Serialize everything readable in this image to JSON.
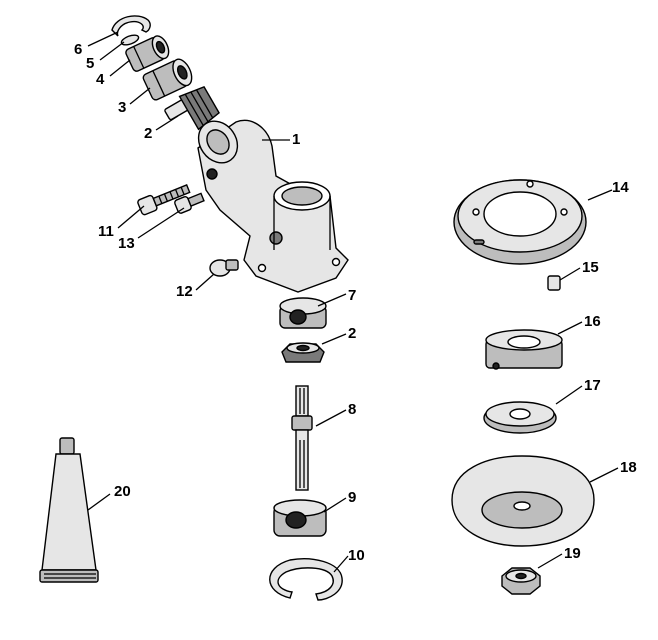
{
  "callouts": [
    {
      "key": "c6",
      "label": "6"
    },
    {
      "key": "c5",
      "label": "5"
    },
    {
      "key": "c4",
      "label": "4"
    },
    {
      "key": "c3",
      "label": "3"
    },
    {
      "key": "c2a",
      "label": "2"
    },
    {
      "key": "c1",
      "label": "1"
    },
    {
      "key": "c11",
      "label": "11"
    },
    {
      "key": "c13",
      "label": "13"
    },
    {
      "key": "c12",
      "label": "12"
    },
    {
      "key": "c7",
      "label": "7"
    },
    {
      "key": "c2b",
      "label": "2"
    },
    {
      "key": "c8",
      "label": "8"
    },
    {
      "key": "c9",
      "label": "9"
    },
    {
      "key": "c10",
      "label": "10"
    },
    {
      "key": "c14",
      "label": "14"
    },
    {
      "key": "c15",
      "label": "15"
    },
    {
      "key": "c16",
      "label": "16"
    },
    {
      "key": "c17",
      "label": "17"
    },
    {
      "key": "c18",
      "label": "18"
    },
    {
      "key": "c19",
      "label": "19"
    },
    {
      "key": "c20",
      "label": "20"
    }
  ]
}
